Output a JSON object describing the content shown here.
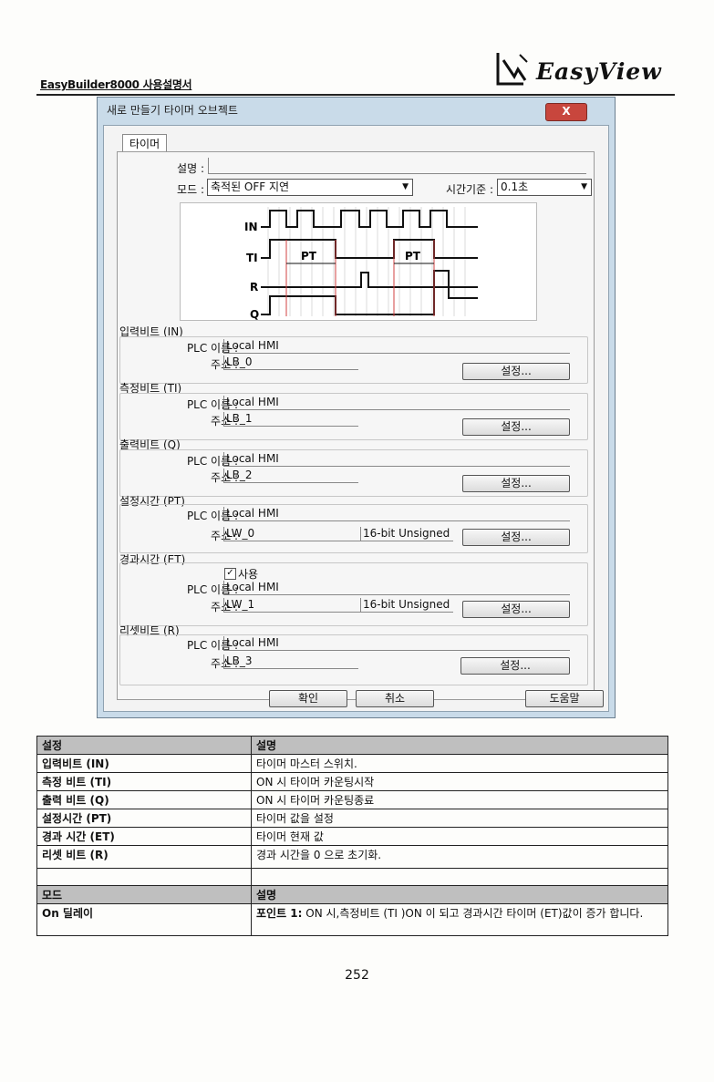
{
  "header": {
    "title": "EasyBuilder8000 사용설명서",
    "logo_text": "EasyView"
  },
  "dialog": {
    "title": "새로 만들기 타이머 오브젝트",
    "close_label": "X",
    "tab": "타이머",
    "desc_label": "설명 :",
    "mode_label": "모드 :",
    "mode_value": "축적된 OFF 지연",
    "timebase_label": "시간기준 :",
    "timebase_value": "0.1초",
    "diagram": {
      "signals": [
        "IN",
        "TI",
        "R",
        "Q"
      ],
      "pt_labels": [
        "PT",
        "PT"
      ]
    },
    "sections": [
      {
        "title": "입력비트 (IN)",
        "plc_label": "PLC 이름 :",
        "plc_value": "Local HMI",
        "addr_label": "주소 :",
        "addr_value": "LB_0",
        "set_label": "설정..."
      },
      {
        "title": "측정비트 (TI)",
        "plc_label": "PLC 이름 :",
        "plc_value": "Local HMI",
        "addr_label": "주소 :",
        "addr_value": "LB_1",
        "set_label": "설정..."
      },
      {
        "title": "출력비트 (Q)",
        "plc_label": "PLC 이름 :",
        "plc_value": "Local HMI",
        "addr_label": "주소 :",
        "addr_value": "LB_2",
        "set_label": "설정..."
      },
      {
        "title": "설정시간 (PT)",
        "plc_label": "PLC 이름 :",
        "plc_value": "Local HMI",
        "addr_label": "주소 :",
        "addr_value": "LW_0",
        "format_value": "16-bit Unsigned",
        "set_label": "설정..."
      },
      {
        "title": "경과시간 (ET)",
        "use_label": "사용",
        "plc_label": "PLC 이름 :",
        "plc_value": "Local HMI",
        "addr_label": "주소 :",
        "addr_value": "LW_1",
        "format_value": "16-bit Unsigned",
        "set_label": "설정..."
      },
      {
        "title": "리셋비트 (R)",
        "plc_label": "PLC 이름 :",
        "plc_value": "Local HMI",
        "addr_label": "주소 :",
        "addr_value": "LB_3",
        "set_label": "설정..."
      }
    ],
    "ok_label": "확인",
    "cancel_label": "취소",
    "help_label": "도움말"
  },
  "table": {
    "rows": [
      {
        "c1": "설정",
        "c2": "설명",
        "head": true
      },
      {
        "c1": "입력비트 (IN)",
        "c2": "타이머 마스터 스위치."
      },
      {
        "c1": "측정 비트 (TI)",
        "c2": "ON 시 타이머 카운팅시작"
      },
      {
        "c1": "출력 비트 (Q)",
        "c2": "ON 시 타이머 카운팅종료"
      },
      {
        "c1": "설정시간 (PT)",
        "c2": "타이머 값을 설정"
      },
      {
        "c1": "경과 시간 (ET)",
        "c2": "타이머 현재 값"
      },
      {
        "c1": "리셋 비트 (R)",
        "c2": "경과 시간을 0 으로 초기화."
      },
      {
        "c1": "",
        "c2": ""
      },
      {
        "c1": "모드",
        "c2": "설명",
        "head": true
      }
    ],
    "last_row": {
      "c1": "On 딜레이",
      "c2_bold": "포인트 1:",
      "c2_rest": " ON 시,측정비트 (TI )ON 이 되고 경과시간 타이머 (ET)값이 증가 합니다."
    }
  },
  "page_number": "252"
}
